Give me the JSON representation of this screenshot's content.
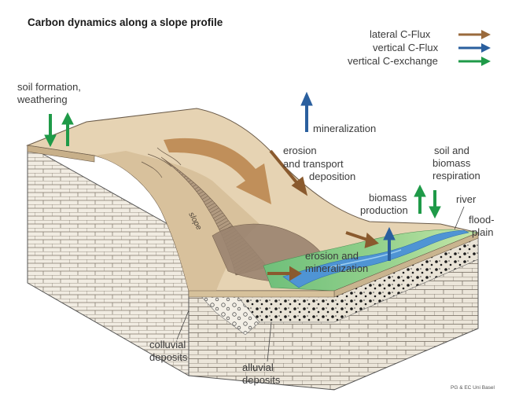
{
  "title": "Carbon dynamics along a slope profile",
  "legend": [
    {
      "label": "lateral C-Flux",
      "color": "#9a6a3c"
    },
    {
      "label": "vertical C-Flux",
      "color": "#2a5f9e"
    },
    {
      "label": "vertical C-exchange",
      "color": "#1f9a48"
    }
  ],
  "labels": {
    "soil_formation_1": "soil formation,",
    "soil_formation_2": "weathering",
    "mineralization": "mineralization",
    "erosion_transport_1": "erosion",
    "erosion_transport_2": "and transport",
    "erosion_transport_3": "deposition",
    "soil_resp_1": "soil and",
    "soil_resp_2": "biomass",
    "soil_resp_3": "respiration",
    "biomass_1": "biomass",
    "biomass_2": "production",
    "river": "river",
    "flood_1": "flood-",
    "flood_2": "plain",
    "slope": "slope",
    "erosion_min_1": "erosion and",
    "erosion_min_2": "mineralization",
    "colluvial_1": "colluvial",
    "colluvial_2": "deposits",
    "alluvial_1": "alluvial",
    "alluvial_2": "deposits",
    "credit": "PG & EC Uni Basel"
  }
}
